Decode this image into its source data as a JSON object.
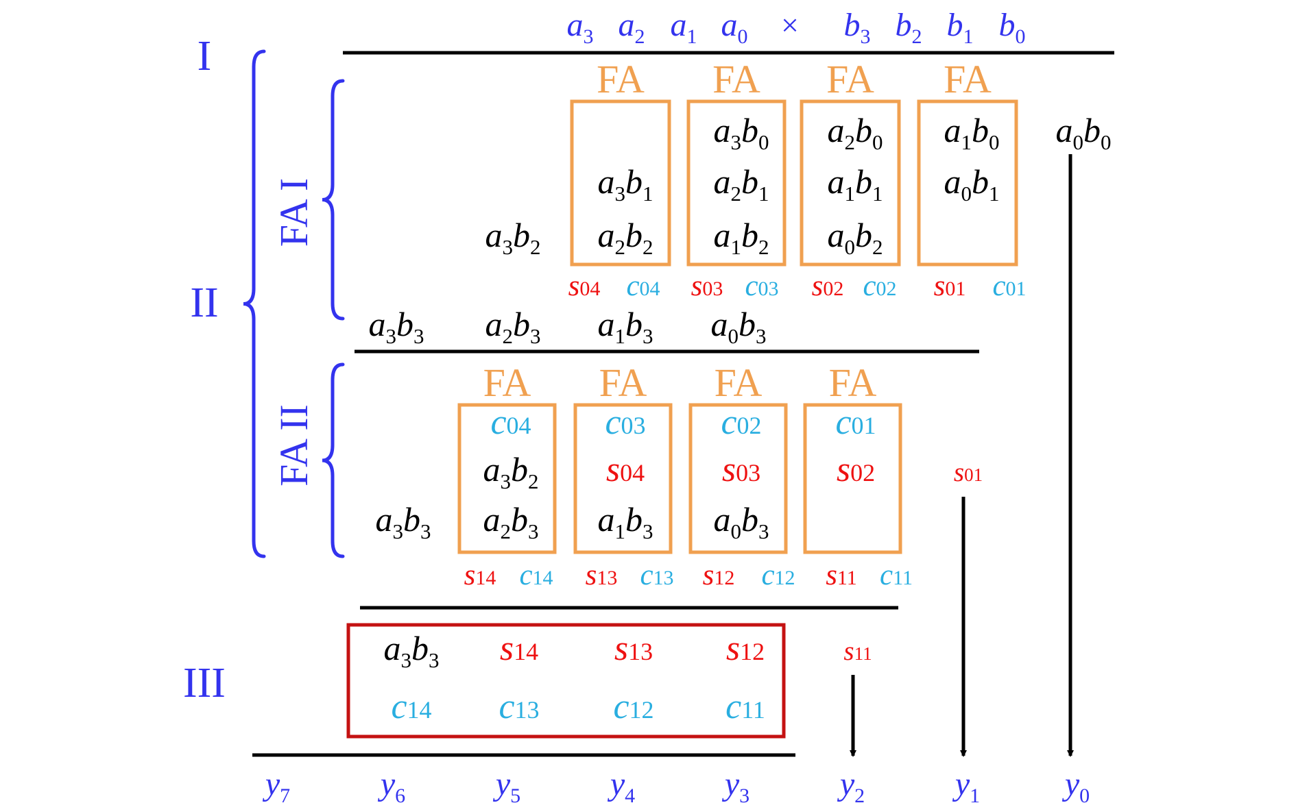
{
  "colors": {
    "blue": "#3333ee",
    "cyan": "#29aee0",
    "red": "#ee1111",
    "orange": "#f0a050",
    "darkred": "#c41212",
    "black": "#000000"
  },
  "header": {
    "a_terms": [
      {
        "base": "a",
        "sub": "3"
      },
      {
        "base": "a",
        "sub": "2"
      },
      {
        "base": "a",
        "sub": "1"
      },
      {
        "base": "a",
        "sub": "0"
      }
    ],
    "times": "×",
    "b_terms": [
      {
        "base": "b",
        "sub": "3"
      },
      {
        "base": "b",
        "sub": "2"
      },
      {
        "base": "b",
        "sub": "1"
      },
      {
        "base": "b",
        "sub": "0"
      }
    ]
  },
  "stages": {
    "stage1": "I",
    "stage2": "II",
    "stage3": "III",
    "fa1": "FA I",
    "fa2": "FA II"
  },
  "fa_label": "FA",
  "fa1": {
    "boxes": [
      {
        "rows": [
          null,
          {
            "a": "3",
            "b": "1"
          },
          {
            "a": "2",
            "b": "2"
          }
        ],
        "s": "04",
        "c": "04"
      },
      {
        "rows": [
          {
            "a": "3",
            "b": "0"
          },
          {
            "a": "2",
            "b": "1"
          },
          {
            "a": "1",
            "b": "2"
          }
        ],
        "s": "03",
        "c": "03"
      },
      {
        "rows": [
          {
            "a": "2",
            "b": "0"
          },
          {
            "a": "1",
            "b": "1"
          },
          {
            "a": "0",
            "b": "2"
          }
        ],
        "s": "02",
        "c": "02"
      },
      {
        "rows": [
          {
            "a": "1",
            "b": "0"
          },
          {
            "a": "0",
            "b": "1"
          },
          null
        ],
        "s": "01",
        "c": "01"
      }
    ],
    "outside": [
      {
        "a": "0",
        "b": "0"
      },
      {
        "a": "3",
        "b": "2"
      }
    ],
    "row_below": [
      {
        "a": "3",
        "b": "3"
      },
      {
        "a": "2",
        "b": "3"
      },
      {
        "a": "1",
        "b": "3"
      },
      {
        "a": "0",
        "b": "3"
      }
    ]
  },
  "fa2": {
    "boxes": [
      {
        "top": "c04",
        "mid": {
          "a": "3",
          "b": "2"
        },
        "bot": {
          "a": "2",
          "b": "3"
        },
        "s": "14",
        "c": "14"
      },
      {
        "top": "c03",
        "mid": "s04",
        "bot": {
          "a": "1",
          "b": "3"
        },
        "s": "13",
        "c": "13"
      },
      {
        "top": "c02",
        "mid": "s03",
        "bot": {
          "a": "0",
          "b": "3"
        },
        "s": "12",
        "c": "12"
      },
      {
        "top": "c01",
        "mid": "s02",
        "bot": null,
        "s": "11",
        "c": "11"
      }
    ],
    "outside_left": {
      "a": "3",
      "b": "3"
    },
    "outside_right": "s01"
  },
  "stage3": {
    "row1": [
      {
        "a": "3",
        "b": "3"
      },
      "s14",
      "s13",
      "s12"
    ],
    "row2": [
      "c14",
      "c13",
      "c12",
      "c11"
    ],
    "outside": "s11"
  },
  "outputs": [
    {
      "base": "y",
      "sub": "7"
    },
    {
      "base": "y",
      "sub": "6"
    },
    {
      "base": "y",
      "sub": "5"
    },
    {
      "base": "y",
      "sub": "4"
    },
    {
      "base": "y",
      "sub": "3"
    },
    {
      "base": "y",
      "sub": "2"
    },
    {
      "base": "y",
      "sub": "1"
    },
    {
      "base": "y",
      "sub": "0"
    }
  ]
}
